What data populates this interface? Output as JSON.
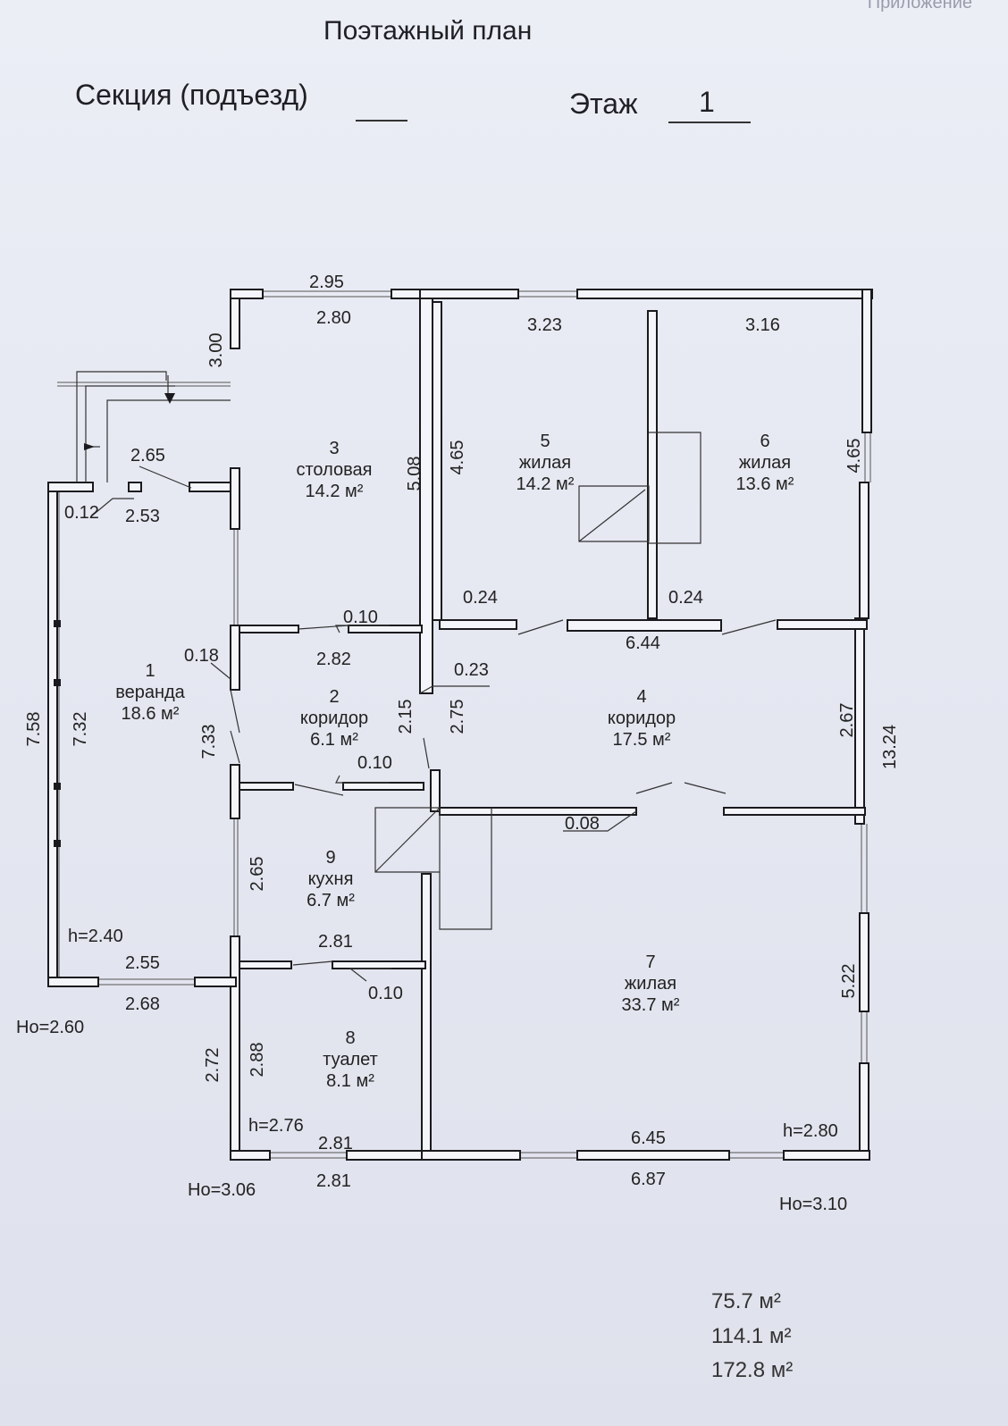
{
  "header": {
    "corner_note": "Приложение",
    "title": "Поэтажный план",
    "section_label": "Секция (подъезд)",
    "floor_label": "Этаж",
    "floor_value": "1"
  },
  "rooms": [
    {
      "id": "room-1",
      "number": "1",
      "name": "веранда",
      "area": "18.6 м²"
    },
    {
      "id": "room-2",
      "number": "2",
      "name": "коридор",
      "area": "6.1 м²"
    },
    {
      "id": "room-3",
      "number": "3",
      "name": "столовая",
      "area": "14.2 м²"
    },
    {
      "id": "room-4",
      "number": "4",
      "name": "коридор",
      "area": "17.5 м²"
    },
    {
      "id": "room-5",
      "number": "5",
      "name": "жилая",
      "area": "14.2 м²"
    },
    {
      "id": "room-6",
      "number": "6",
      "name": "жилая",
      "area": "13.6 м²"
    },
    {
      "id": "room-7",
      "number": "7",
      "name": "жилая",
      "area": "33.7 м²"
    },
    {
      "id": "room-8",
      "number": "8",
      "name": "туалет",
      "area": "8.1 м²"
    },
    {
      "id": "room-9",
      "number": "9",
      "name": "кухня",
      "area": "6.7 м²"
    }
  ],
  "dimensions": [
    {
      "id": "d1",
      "text": "2.95"
    },
    {
      "id": "d2",
      "text": "2.80"
    },
    {
      "id": "d3",
      "text": "3.23"
    },
    {
      "id": "d4",
      "text": "3.16"
    },
    {
      "id": "d5",
      "text": "3.00"
    },
    {
      "id": "d6",
      "text": "2.65"
    },
    {
      "id": "d7",
      "text": "0.12"
    },
    {
      "id": "d8",
      "text": "2.53"
    },
    {
      "id": "d9",
      "text": "5.08"
    },
    {
      "id": "d10",
      "text": "4.65"
    },
    {
      "id": "d11",
      "text": "4.65"
    },
    {
      "id": "d12",
      "text": "0.24"
    },
    {
      "id": "d13",
      "text": "0.24"
    },
    {
      "id": "d14",
      "text": "0.10"
    },
    {
      "id": "d15",
      "text": "0.18"
    },
    {
      "id": "d16",
      "text": "2.82"
    },
    {
      "id": "d17",
      "text": "6.44"
    },
    {
      "id": "d18",
      "text": "0.23"
    },
    {
      "id": "d19",
      "text": "7.58"
    },
    {
      "id": "d20",
      "text": "7.32"
    },
    {
      "id": "d21",
      "text": "7.33"
    },
    {
      "id": "d22",
      "text": "2.15"
    },
    {
      "id": "d23",
      "text": "2.75"
    },
    {
      "id": "d24",
      "text": "2.67"
    },
    {
      "id": "d25",
      "text": "13.24"
    },
    {
      "id": "d26",
      "text": "0.10"
    },
    {
      "id": "d27",
      "text": "0.08"
    },
    {
      "id": "d28",
      "text": "2.65"
    },
    {
      "id": "d29",
      "text": "h=2.40"
    },
    {
      "id": "d30",
      "text": "2.55"
    },
    {
      "id": "d31",
      "text": "2.81"
    },
    {
      "id": "d32",
      "text": "0.10"
    },
    {
      "id": "d33",
      "text": "2.68"
    },
    {
      "id": "d34",
      "text": "Но=2.60"
    },
    {
      "id": "d35",
      "text": "5.22"
    },
    {
      "id": "d36",
      "text": "2.72"
    },
    {
      "id": "d37",
      "text": "2.88"
    },
    {
      "id": "d38",
      "text": "h=2.76"
    },
    {
      "id": "d39",
      "text": "2.81"
    },
    {
      "id": "d40",
      "text": "6.45"
    },
    {
      "id": "d41",
      "text": "h=2.80"
    },
    {
      "id": "d42",
      "text": "2.81"
    },
    {
      "id": "d43",
      "text": "6.87"
    },
    {
      "id": "d44",
      "text": "Но=3.06"
    },
    {
      "id": "d45",
      "text": "Но=3.10"
    }
  ],
  "totals": [
    {
      "id": "total-1",
      "text": "75.7  м²"
    },
    {
      "id": "total-2",
      "text": "114.1  м²"
    },
    {
      "id": "total-3",
      "text": "172.8  м²"
    }
  ],
  "colors": {
    "wall_fill": "#f4f5fa",
    "wall_stroke": "#1a1a1e",
    "ink": "#222222"
  }
}
